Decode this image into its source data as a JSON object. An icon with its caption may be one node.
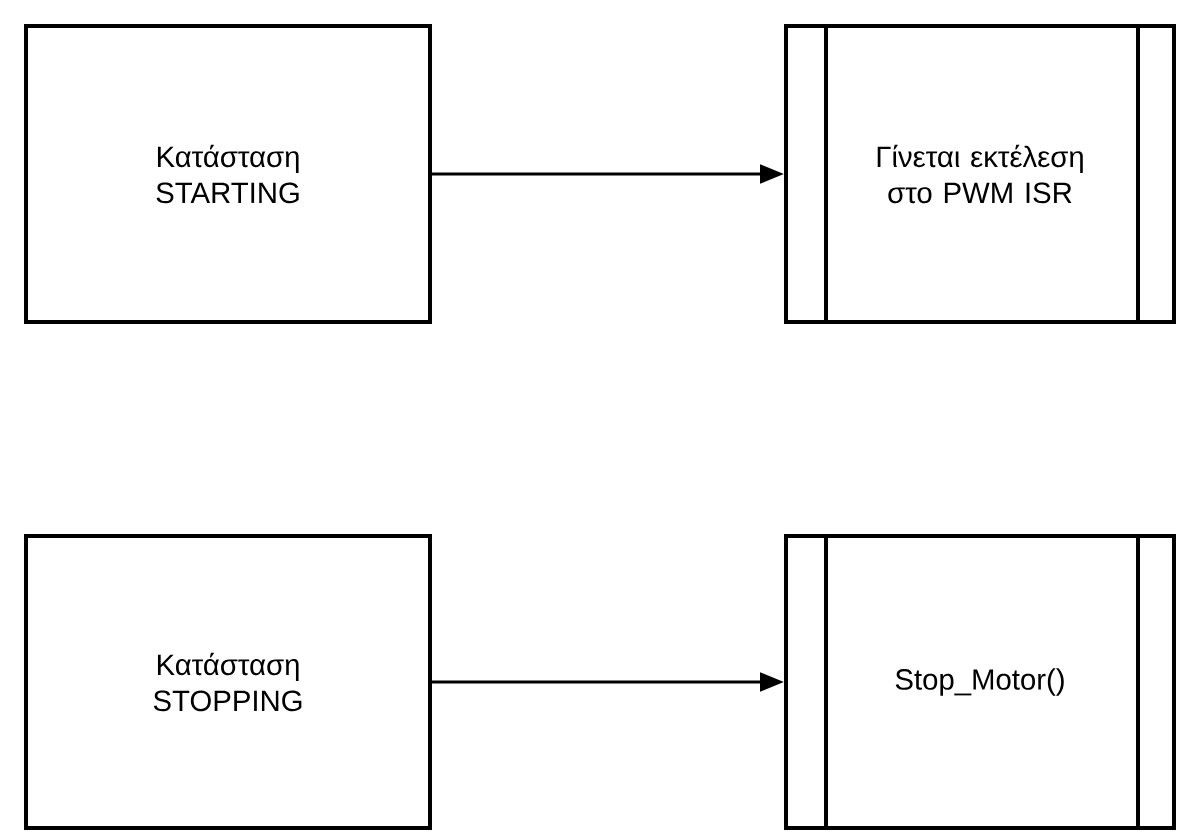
{
  "diagram": {
    "nodes": [
      {
        "text": [
          "Κατάσταση STARTING"
        ]
      },
      {
        "text": [
          "Γίνεται εκτέλεση στο PWM ISR"
        ]
      },
      {
        "text": [
          "Κατάσταση STOPPING"
        ]
      },
      {
        "text": [
          "Stop_Motor()"
        ]
      }
    ],
    "edges": [
      {
        "from": 0,
        "to": 1,
        "arrow": "to"
      },
      {
        "from": 2,
        "to": 3,
        "arrow": "to"
      }
    ]
  }
}
